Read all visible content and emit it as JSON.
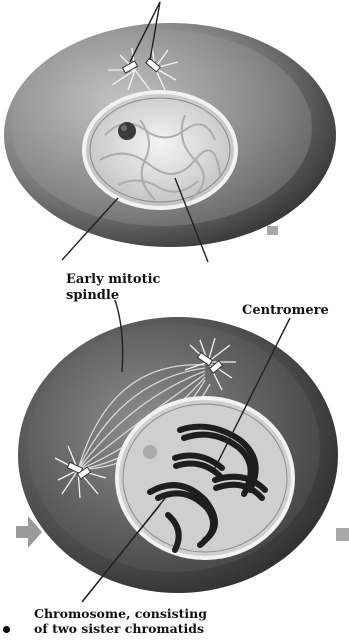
{
  "labels": {
    "early_mitotic_spindle_line1": "Early mitotic",
    "early_mitotic_spindle_line2": "spindle",
    "centromere": "Centromere",
    "chromosome_line1": "Chromosome, consisting",
    "chromosome_line2": "of two sister chromatids"
  },
  "colors": {
    "cytoplasm_dark": "#3a3a3a",
    "cytoplasm_light": "#cfcfcf",
    "nucleus": "#e4e4e4",
    "chromatin": "#1e1e1e",
    "arrow": "#9a9a9a"
  },
  "icons": [
    "right-arrow-icon",
    "bullet-icon",
    "small-square-icon"
  ]
}
